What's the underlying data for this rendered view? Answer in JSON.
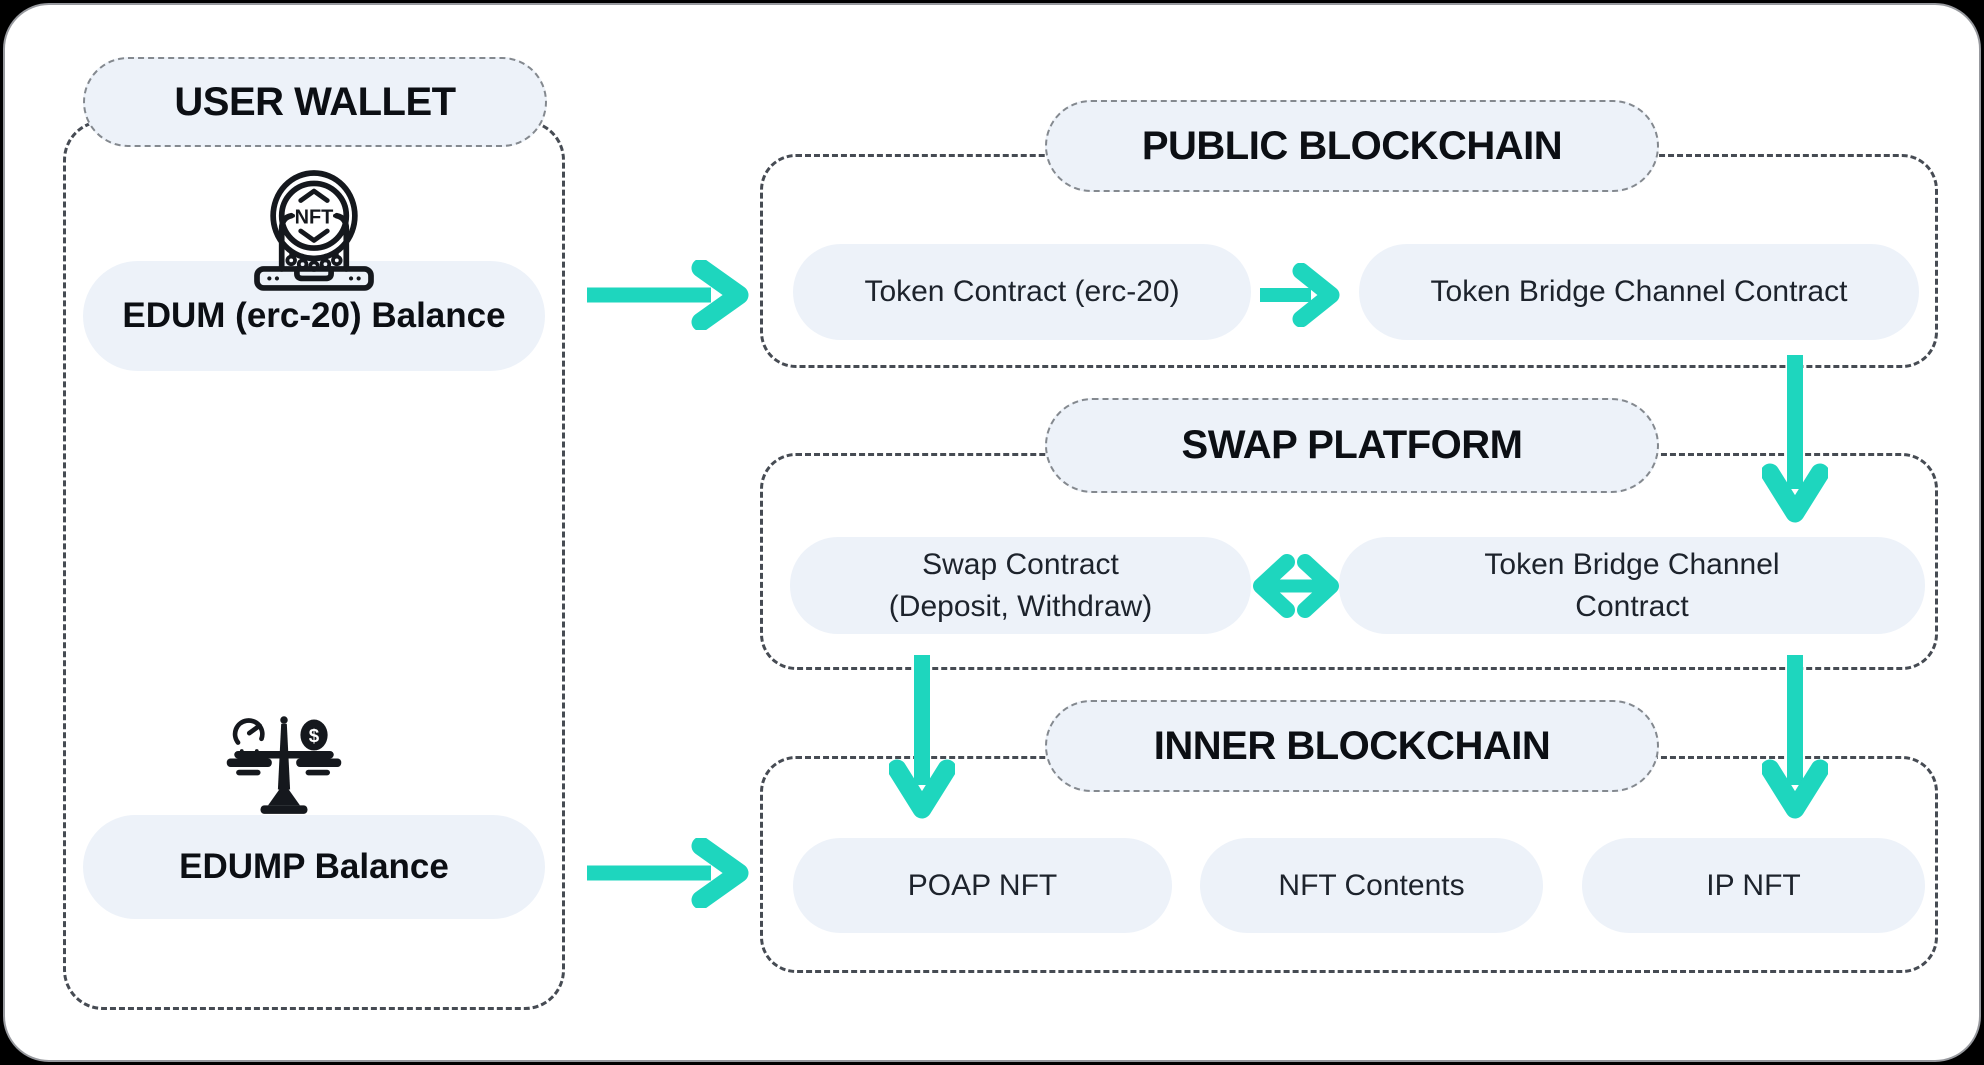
{
  "colors": {
    "canvas_bg": "#000000",
    "page_bg": "#ffffff",
    "page_border": "#97999e",
    "accent": "#1ed6be",
    "pill_fill": "#edf2f9",
    "container_border": "#464b53",
    "title_pill_border": "#84898f",
    "title_text": "#0c0f14",
    "node_text": "#1d232c",
    "icon_ink": "#15181d"
  },
  "user_wallet": {
    "title": "USER WALLET",
    "edum_label": "EDUM (erc-20) Balance",
    "edump_label": "EDUMP Balance",
    "edum_icon": "nft-laptop-icon",
    "edump_icon": "balance-scale-icon",
    "nft_badge_text": "NFT",
    "dollar_sign": "$"
  },
  "public_blockchain": {
    "title": "PUBLIC BLOCKCHAIN",
    "token_contract": "Token Contract (erc-20)",
    "token_bridge": "Token Bridge Channel Contract"
  },
  "swap_platform": {
    "title": "SWAP PLATFORM",
    "swap_contract_line1": "Swap Contract",
    "swap_contract_line2": "(Deposit, Withdraw)",
    "token_bridge_line1": "Token Bridge Channel",
    "token_bridge_line2": "Contract"
  },
  "inner_blockchain": {
    "title": "INNER BLOCKCHAIN",
    "poap_nft": "POAP NFT",
    "nft_contents": "NFT Contents",
    "ip_nft": "IP NFT"
  },
  "arrows": [
    {
      "name": "edum-to-public-blockchain",
      "type": "right"
    },
    {
      "name": "token-contract-to-token-bridge",
      "type": "right"
    },
    {
      "name": "public-bridge-to-swap-bridge",
      "type": "down"
    },
    {
      "name": "swap-contract-to-token-bridge",
      "type": "left-right"
    },
    {
      "name": "swap-contract-to-poap-nft",
      "type": "down"
    },
    {
      "name": "swap-bridge-to-ip-nft",
      "type": "down"
    },
    {
      "name": "edump-to-inner-blockchain",
      "type": "right"
    }
  ]
}
